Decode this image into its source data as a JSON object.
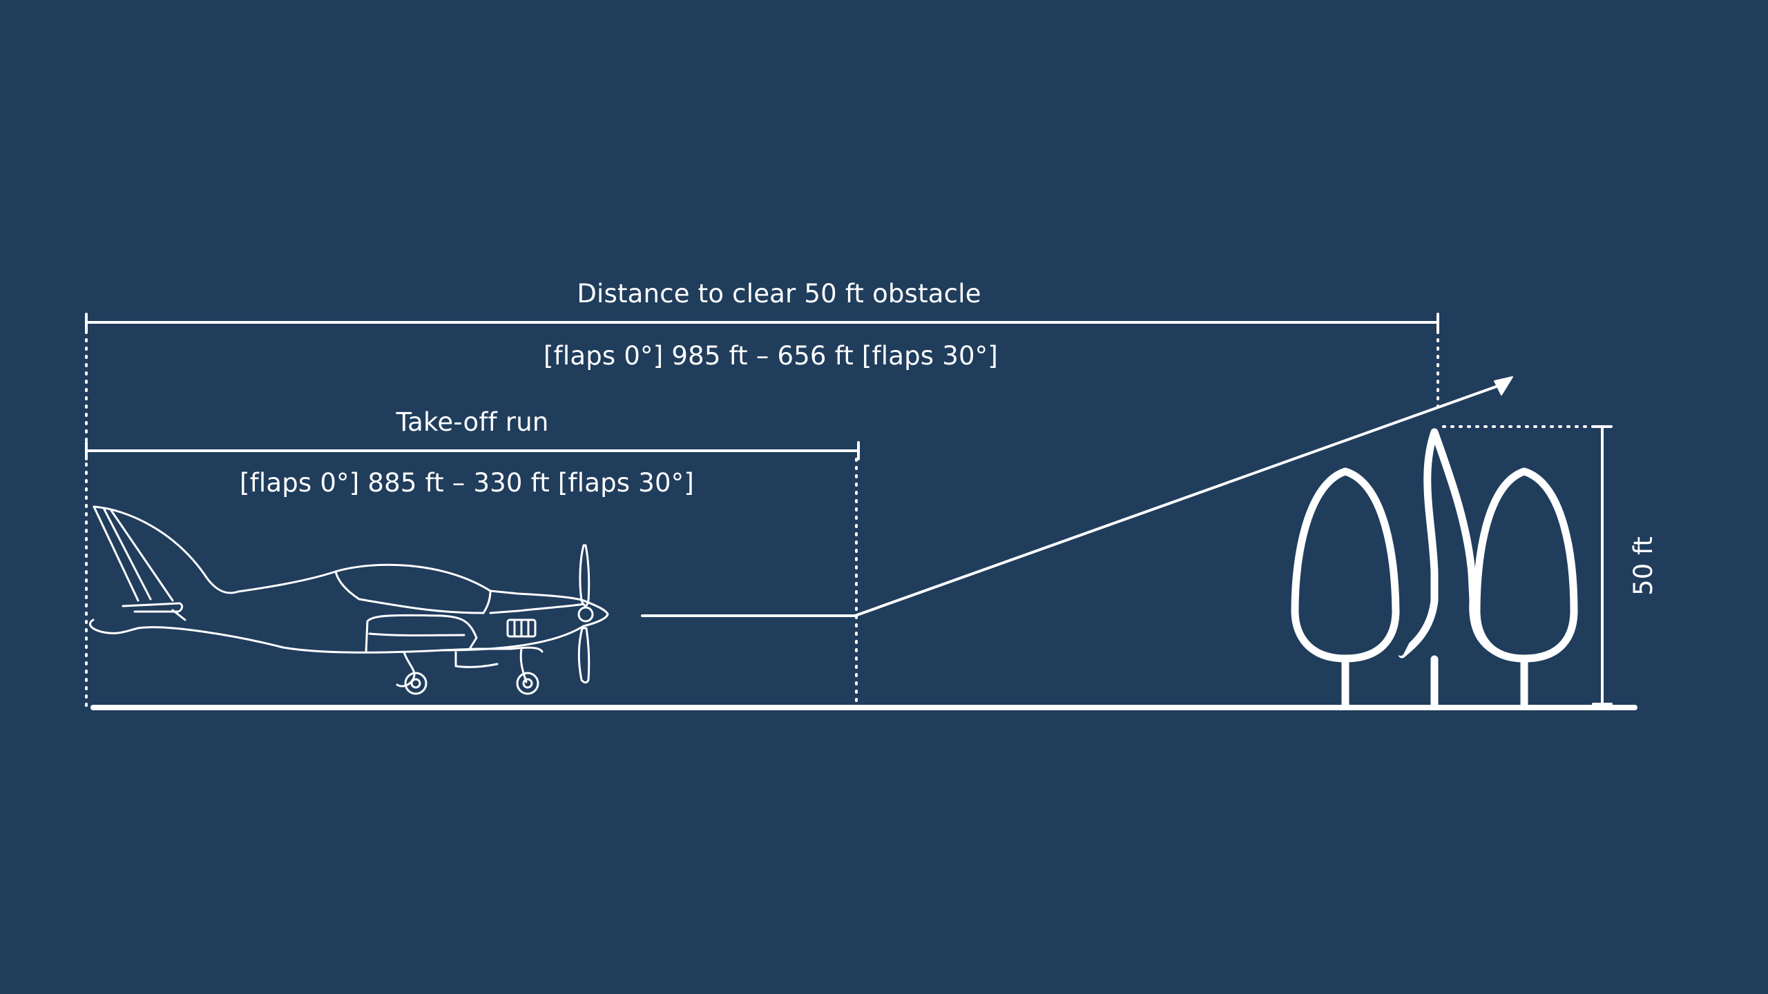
{
  "colors": {
    "background": "#203d5c",
    "foreground": "#ffffff"
  },
  "labels": {
    "obstacle_title": "Distance to clear 50 ft obstacle",
    "obstacle_values": "[flaps 0°] 985 ft – 656 ft [flaps 30°]",
    "takeoff_title": "Take-off run",
    "takeoff_values": "[flaps 0°] 885 ft – 330 ft [flaps 30°]",
    "height": "50 ft"
  },
  "icons": {
    "aircraft": "aircraft-icon",
    "trees": "tree-icon"
  }
}
